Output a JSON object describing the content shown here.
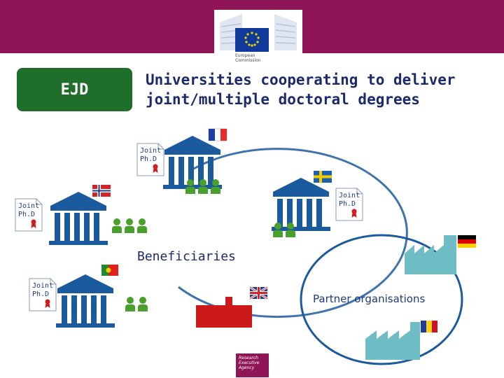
{
  "header": {
    "org_name_line1": "European",
    "org_name_line2": "Commission",
    "brand_color": "#8f1556"
  },
  "badge": {
    "label": "EJD",
    "color": "#1f6e2a"
  },
  "title": {
    "line1": "Universities cooperating to deliver",
    "line2": "joint/multiple doctoral degrees"
  },
  "diagram": {
    "beneficiaries_label": "Beneficiaries",
    "partner_label": "Partner organisations",
    "doc_line1": "Joint",
    "doc_line2": "Ph.D",
    "university_color": "#1c5a9e",
    "people_color": "#4aa02c",
    "partner_color": "#6fbdc4",
    "industry_color": "#cc1a1a"
  },
  "footer": {
    "agency_line1": "Research",
    "agency_line2": "Executive",
    "agency_line3": "Agency"
  }
}
